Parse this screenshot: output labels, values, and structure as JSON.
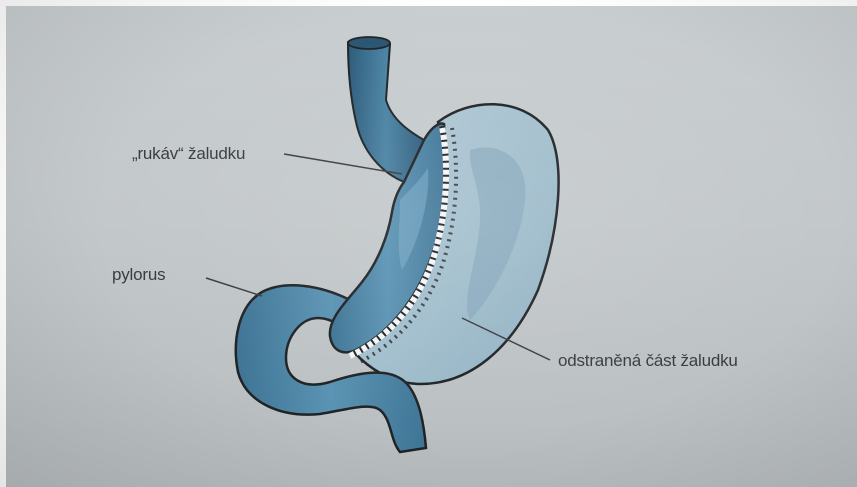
{
  "diagram": {
    "labels": {
      "sleeve": "„rukáv“ žaludku",
      "pylorus": "pylorus",
      "removed_part": "odstraněná část žaludku"
    },
    "colors": {
      "background": "#c5cacc",
      "sleeve_blue": "#4f86a6",
      "sleeve_dark": "#2f5f7e",
      "removed_part": "#a8c0cd",
      "outline": "#1f2326",
      "leader_line": "#3a3d40"
    }
  }
}
